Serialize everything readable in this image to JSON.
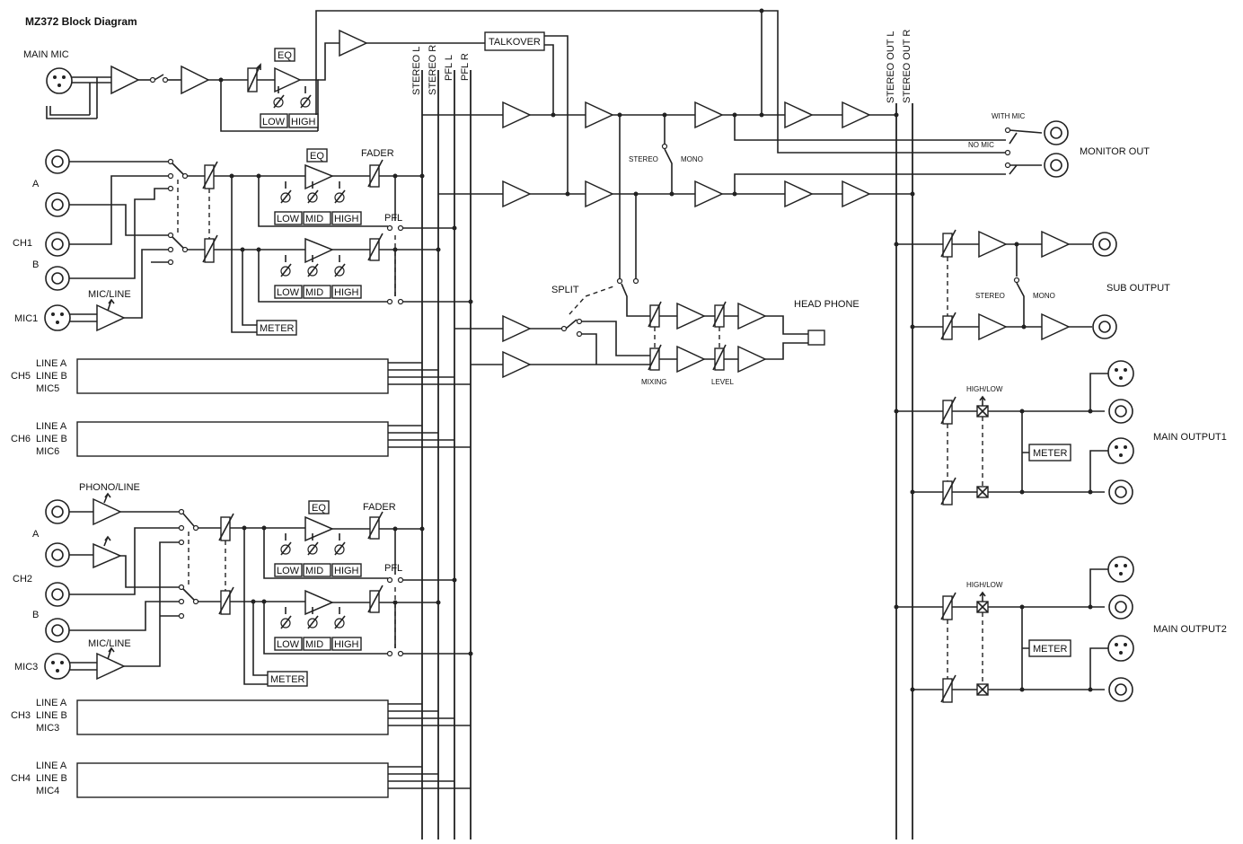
{
  "title": "MZ372 Block Diagram",
  "labels": {
    "main_mic": "MAIN MIC",
    "eq": "EQ",
    "low": "LOW",
    "mid": "MID",
    "high": "HIGH",
    "fader": "FADER",
    "pfl": "PFL",
    "a": "A",
    "b": "B",
    "ch1": "CH1",
    "ch2": "CH2",
    "mic1": "MIC1",
    "mic3": "MIC3",
    "mic_line": "MIC/LINE",
    "phono_line": "PHONO/LINE",
    "meter": "METER",
    "talkover": "TALKOVER",
    "stereo_l": "STEREO L",
    "stereo_r": "STEREO R",
    "pfl_l": "PFL L",
    "pfl_r": "PFL R",
    "stereo_out_l": "STEREO OUT L",
    "stereo_out_r": "STEREO OUT R",
    "with_mic": "WITH MIC",
    "no_mic": "NO MIC",
    "monitor_out": "MONITOR OUT",
    "stereo": "STEREO",
    "mono": "MONO",
    "split": "SPLIT",
    "head_phone": "HEAD PHONE",
    "mixing": "MIXING",
    "level": "LEVEL",
    "sub_output": "SUB OUTPUT",
    "high_low": "HIGH/LOW",
    "main_output1": "MAIN OUTPUT1",
    "main_output2": "MAIN OUTPUT2",
    "line_a": "LINE A",
    "line_b": "LINE B",
    "ch3": "CH3",
    "ch4": "CH4",
    "ch5": "CH5",
    "ch6": "CH6",
    "mic3_block": "MIC3",
    "mic4": "MIC4",
    "mic5": "MIC5",
    "mic6": "MIC6"
  }
}
